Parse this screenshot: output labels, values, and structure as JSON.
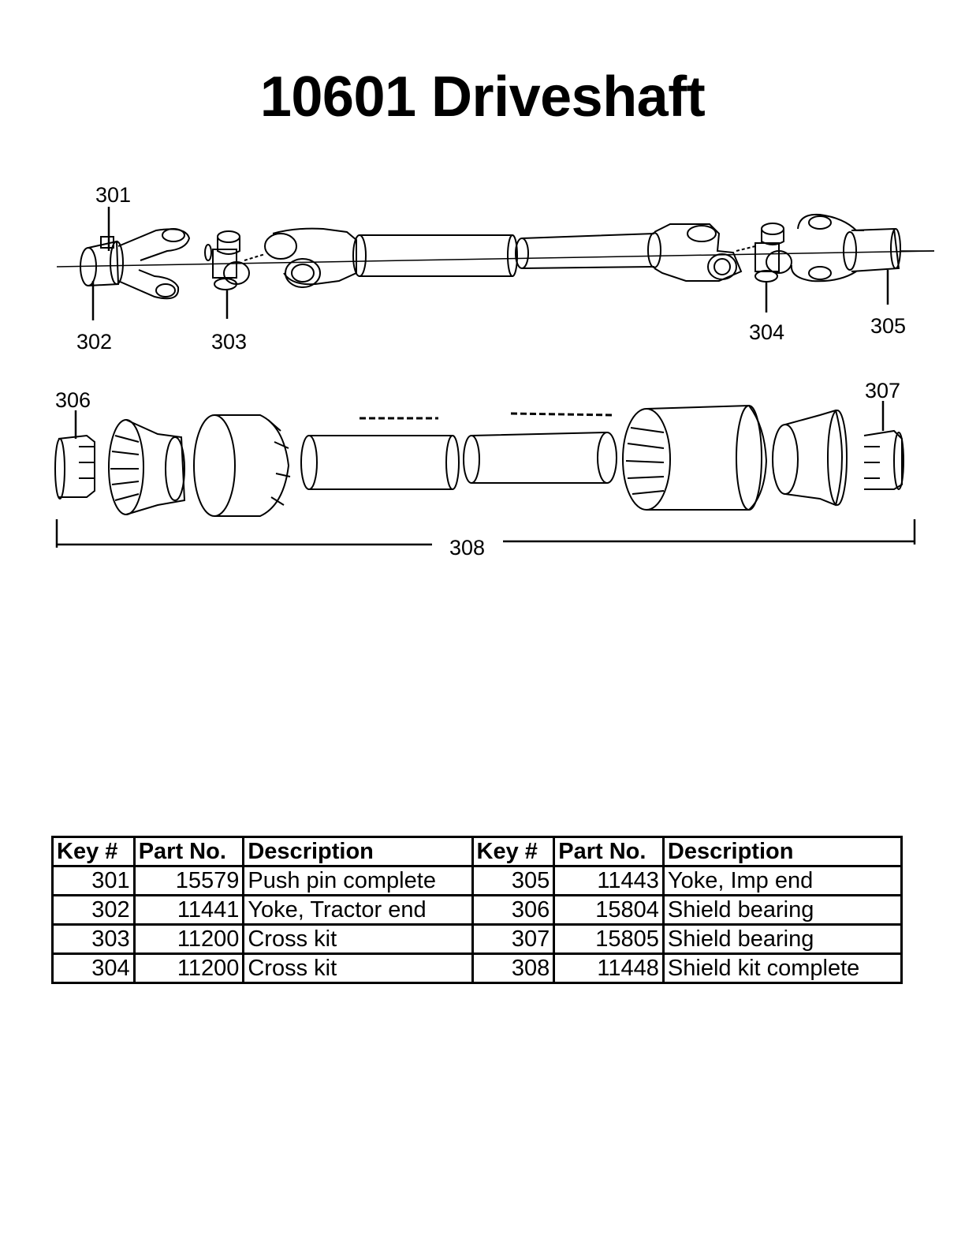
{
  "title": "10601 Driveshaft",
  "callouts": [
    "301",
    "302",
    "303",
    "304",
    "305",
    "306",
    "307",
    "308"
  ],
  "table": {
    "headers": [
      "Key #",
      "Part No.",
      "Description",
      "Key #",
      "Part No.",
      "Description"
    ],
    "rows": [
      [
        "301",
        "15579",
        "Push pin complete",
        "305",
        "11443",
        "Yoke, Imp end"
      ],
      [
        "302",
        "11441",
        "Yoke, Tractor end",
        "306",
        "15804",
        "Shield bearing"
      ],
      [
        "303",
        "11200",
        "Cross kit",
        "307",
        "15805",
        "Shield bearing"
      ],
      [
        "304",
        "11200",
        "Cross kit",
        "308",
        "11448",
        "Shield kit complete"
      ]
    ]
  }
}
